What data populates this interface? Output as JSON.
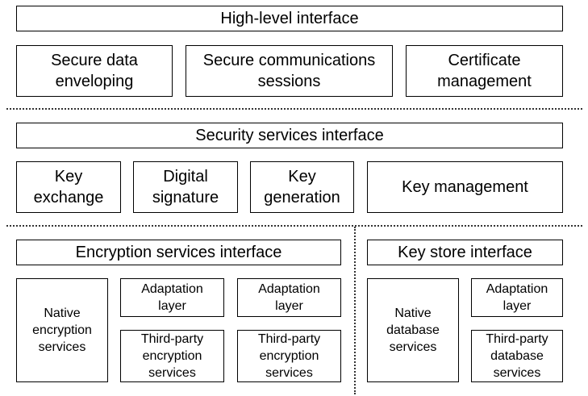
{
  "layer1": {
    "header": "High-level interface",
    "components": [
      "Secure data\nenveloping",
      "Secure communications\nsessions",
      "Certificate\nmanagement"
    ]
  },
  "layer2": {
    "header": "Security services interface",
    "components": [
      "Key\nexchange",
      "Digital\nsignature",
      "Key\ngeneration",
      "Key management"
    ]
  },
  "layer3": {
    "encryption": {
      "header": "Encryption services interface",
      "native": "Native\nencryption\nservices",
      "adaptation_1": "Adaptation\nlayer",
      "adaptation_2": "Adaptation\nlayer",
      "third_party_1": "Third-party\nencryption\nservices",
      "third_party_2": "Third-party\nencryption\nservices"
    },
    "keystore": {
      "header": "Key store interface",
      "native": "Native\ndatabase\nservices",
      "adaptation": "Adaptation\nlayer",
      "third_party": "Third-party\ndatabase\nservices"
    }
  }
}
